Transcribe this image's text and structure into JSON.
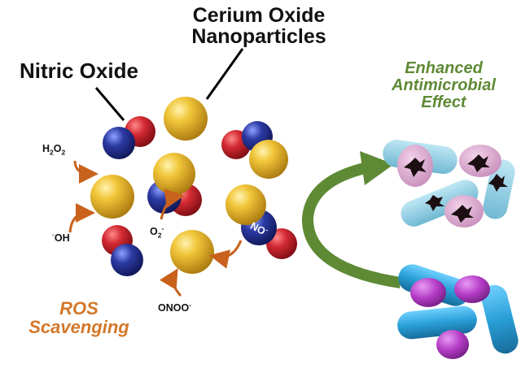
{
  "labels": {
    "cerium_line1": "Cerium Oxide",
    "cerium_line2": "Nanoparticles",
    "nitric_oxide": "Nitric Oxide",
    "enhanced_line1": "Enhanced",
    "enhanced_line2": "Antimicrobial",
    "enhanced_line3": "Effect",
    "ros_line1": "ROS",
    "ros_line2": "Scavenging"
  },
  "chem": {
    "h2o2_h": "H",
    "h2o2_2a": "2",
    "h2o2_o": "O",
    "h2o2_2b": "2",
    "oh_dot": "·",
    "oh": "OH",
    "o2": "O",
    "o2_sub": "2",
    "o2_sup": "-",
    "onoo": "ONOO",
    "onoo_sup": "-",
    "no": "NO",
    "no_sup": "-"
  },
  "colors": {
    "ceria": "#e9b424",
    "oxygen": "#d42a33",
    "nitrogen": "#2b3aa3",
    "green_accent": "#5f8a35",
    "orange_accent": "#d3772a",
    "bacteria_blue": "#2a9fd8",
    "bacteria_purple": "#b43cc6"
  }
}
